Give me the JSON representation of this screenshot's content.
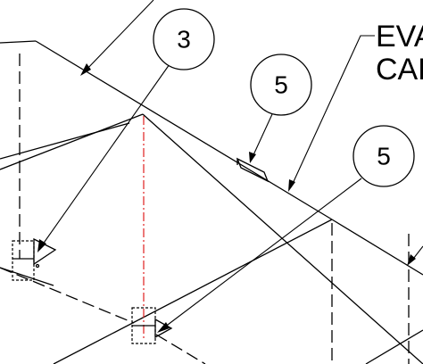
{
  "balloons": [
    {
      "id": "balloon-3",
      "label": "3"
    },
    {
      "id": "balloon-5-upper",
      "label": "5"
    },
    {
      "id": "balloon-5-right",
      "label": "5"
    }
  ],
  "note": {
    "line1": "EVA",
    "line2": "CAL"
  },
  "colors": {
    "line": "#000000",
    "centerline": "#e02020",
    "background": "#ffffff"
  }
}
